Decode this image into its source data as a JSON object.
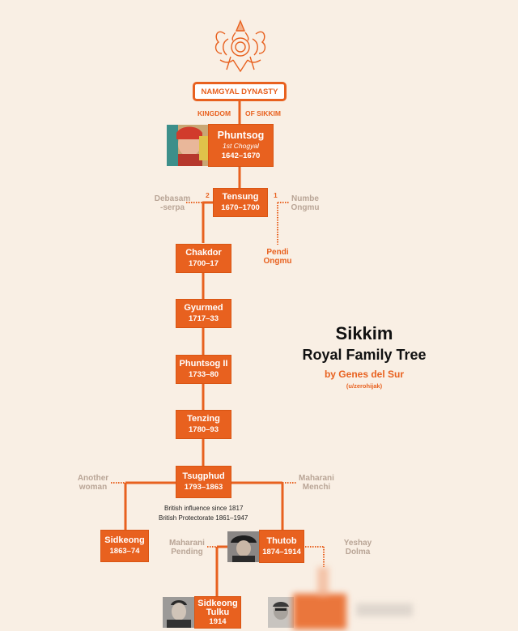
{
  "header": {
    "dynasty": "NAMGYAL DYNASTY",
    "kingdom_left": "KINGDOM",
    "kingdom_right": "OF SIKKIM"
  },
  "title": {
    "main": "Sikkim",
    "sub": "Royal Family Tree",
    "by": "by Genes del Sur",
    "user": "(u/zerohijak)"
  },
  "rulers": [
    {
      "name": "Phuntsog",
      "subtitle": "1st Chogyal",
      "years": "1642–1670"
    },
    {
      "name": "Tensung",
      "years": "1670–1700"
    },
    {
      "name": "Chakdor",
      "years": "1700–17"
    },
    {
      "name": "Gyurmed",
      "years": "1717–33"
    },
    {
      "name": "Phuntsog II",
      "years": "1733–80"
    },
    {
      "name": "Tenzing",
      "years": "1780–93"
    },
    {
      "name": "Tsugphud",
      "years": "1793–1863"
    },
    {
      "name": "Sidkeong",
      "years": "1863–74"
    },
    {
      "name": "Thutob",
      "years": "1874–1914"
    },
    {
      "name": "Sidkeong Tulku",
      "years": "1914"
    }
  ],
  "spouses": {
    "debasam": "Debasam -serpa",
    "numbe": "Numbe Ongmu",
    "another_woman": "Another woman",
    "maharani_menchi": "Maharani Menchi",
    "maharani_pending": "Maharani Pending",
    "yeshay_dolma": "Yeshay Dolma"
  },
  "others": {
    "pendi": "Pendi Ongmu"
  },
  "marriage_numbers": {
    "first": "1",
    "second": "2"
  },
  "notes": {
    "line1": "British influence since 1817",
    "line2": "British Protectorate 1861–1947"
  },
  "colors": {
    "accent": "#e8611f",
    "background": "#f9efe4",
    "muted": "#b9a596"
  }
}
